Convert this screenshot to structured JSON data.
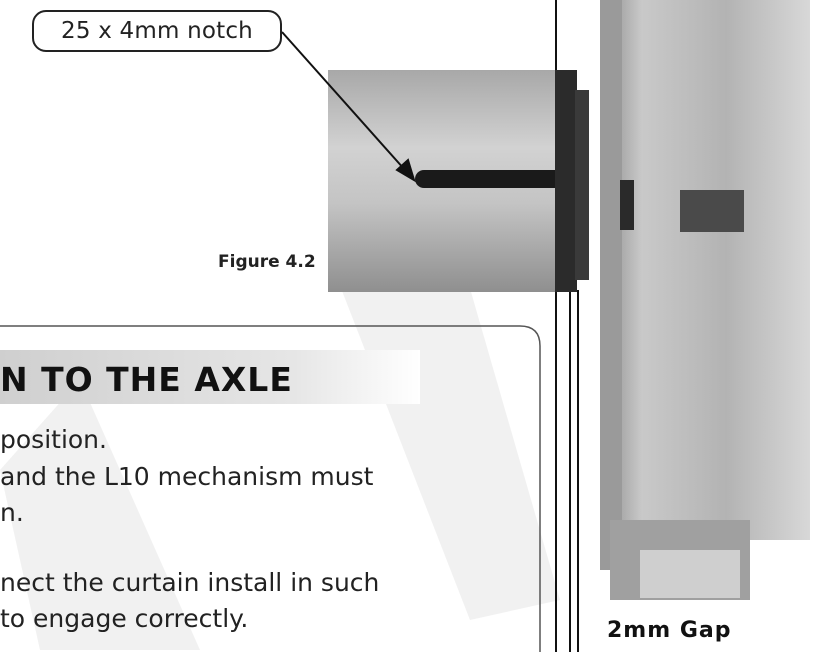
{
  "callout": {
    "label": "25 x 4mm notch"
  },
  "figure": {
    "caption": "Figure 4.2"
  },
  "section": {
    "heading": "N TO THE AXLE",
    "lines": [
      "position.",
      "and the L10 mechanism must",
      "n.",
      "nect the curtain install in such",
      "to engage correctly."
    ]
  },
  "gap": {
    "label": "2mm Gap"
  },
  "colors": {
    "text": "#222222",
    "tube": "#bdbdbd",
    "bracket": "#a9a9a9",
    "watermark": "#eeeeee"
  }
}
